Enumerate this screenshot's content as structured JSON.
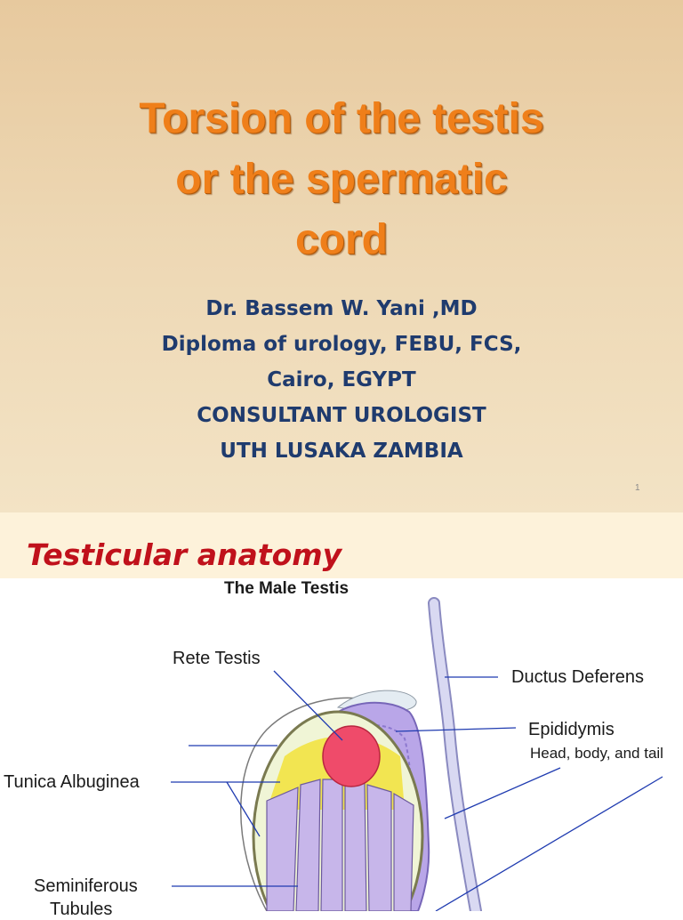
{
  "slide1": {
    "title_lines": [
      "Torsion of the testis",
      "or the spermatic",
      "cord"
    ],
    "author_lines": [
      "Dr. Bassem W. Yani ,MD",
      "Diploma of urology, FEBU, FCS,",
      "Cairo, EGYPT",
      "CONSULTANT  UROLOGIST",
      "UTH LUSAKA ZAMBIA"
    ],
    "page_number": "1"
  },
  "slide2": {
    "heading": "Testicular anatomy",
    "figure": {
      "title": "The Male Testis",
      "labels": {
        "rete_testis": "Rete Testis",
        "ductus_deferens": "Ductus Deferens",
        "epididymis": "Epididymis",
        "epididymis_sub": "Head, body, and tail",
        "tunica_albuginea": "Tunica Albuginea",
        "seminiferous_1": "Seminiferous",
        "seminiferous_2": "Tubules"
      }
    }
  }
}
